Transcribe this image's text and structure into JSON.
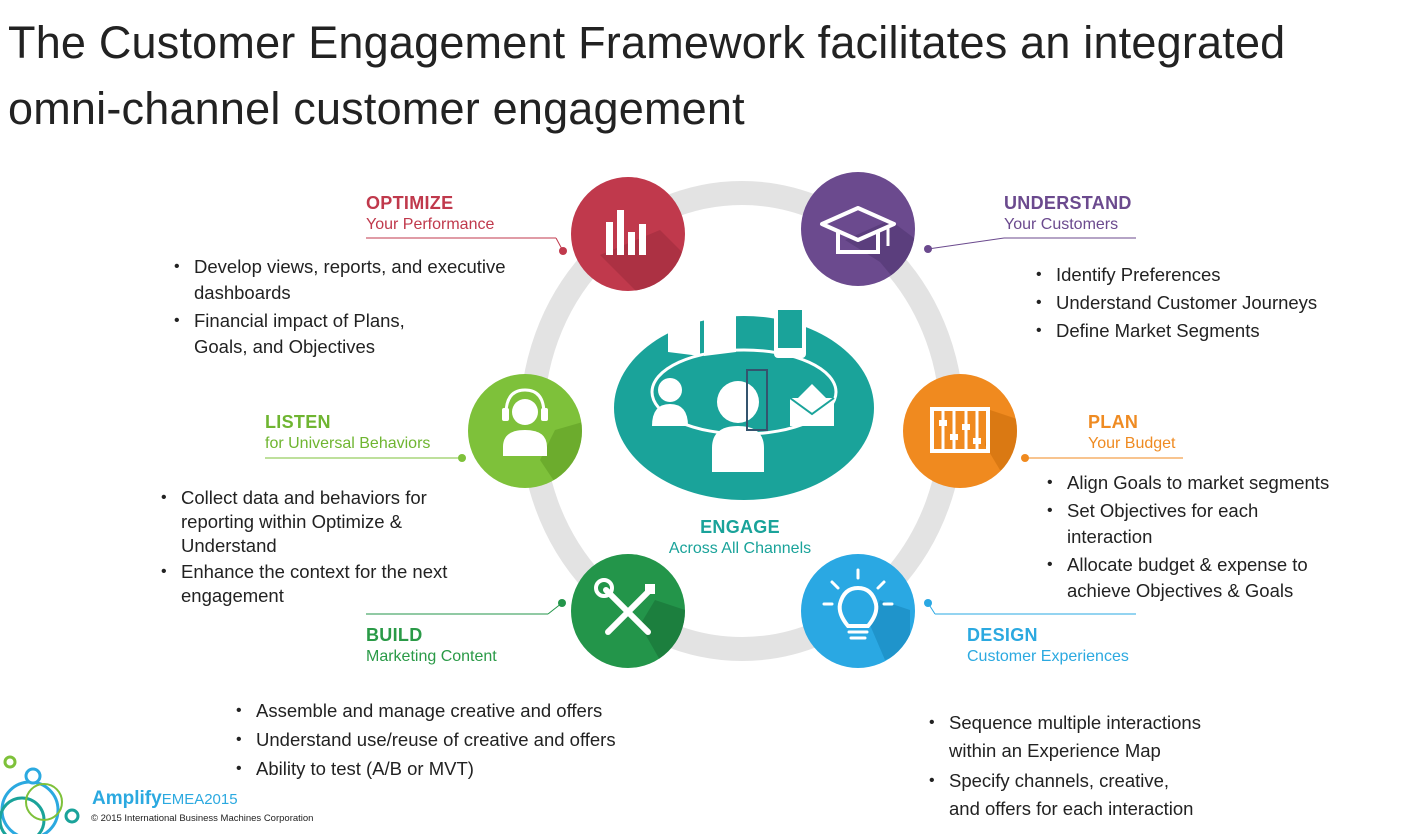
{
  "title": "The Customer Engagement Framework facilitates an integrated omni-channel customer engagement",
  "center": {
    "heading": "ENGAGE",
    "sub": "Across All Channels",
    "color": "#1aa39a"
  },
  "segments": {
    "optimize": {
      "heading": "OPTIMIZE",
      "sub": "Your Performance",
      "color": "#c0394c",
      "icon": "bar-chart-icon",
      "bullets": [
        "Develop views, reports, and executive dashboards",
        "Financial impact of Plans, Goals, and Objectives"
      ]
    },
    "understand": {
      "heading": "UNDERSTAND",
      "sub": "Your Customers",
      "color": "#6b4a8e",
      "icon": "graduation-cap-icon",
      "bullets": [
        "Identify Preferences",
        "Understand Customer Journeys",
        "Define Market Segments"
      ]
    },
    "listen": {
      "heading": "LISTEN",
      "sub": "for Universal Behaviors",
      "color": "#7ec13a",
      "icon": "headset-person-icon",
      "bullets": [
        "Collect data and behaviors for reporting within Optimize & Understand",
        "Enhance the context for the next engagement"
      ]
    },
    "plan": {
      "heading": "PLAN",
      "sub": "Your Budget",
      "color": "#f08a1f",
      "icon": "abacus-icon",
      "bullets": [
        "Align Goals to market segments",
        "Set Objectives for each interaction",
        "Allocate budget & expense to achieve Objectives & Goals"
      ]
    },
    "build": {
      "heading": "BUILD",
      "sub": "Marketing Content",
      "color": "#23954a",
      "icon": "tools-icon",
      "bullets": [
        "Assemble and manage creative and offers",
        "Understand use/reuse of creative and offers",
        "Ability to test (A/B or MVT)"
      ]
    },
    "design": {
      "heading": "DESIGN",
      "sub": "Customer Experiences",
      "color": "#2aa8e3",
      "icon": "light-bulb-icon",
      "bullets": [
        "Sequence multiple interactions within an Experience Map",
        "Specify channels, creative, and offers for each interaction"
      ]
    }
  },
  "footer": {
    "brand": "Amplify",
    "event": "EMEA2015",
    "copyright": "© 2015 International Business Machines Corporation"
  }
}
